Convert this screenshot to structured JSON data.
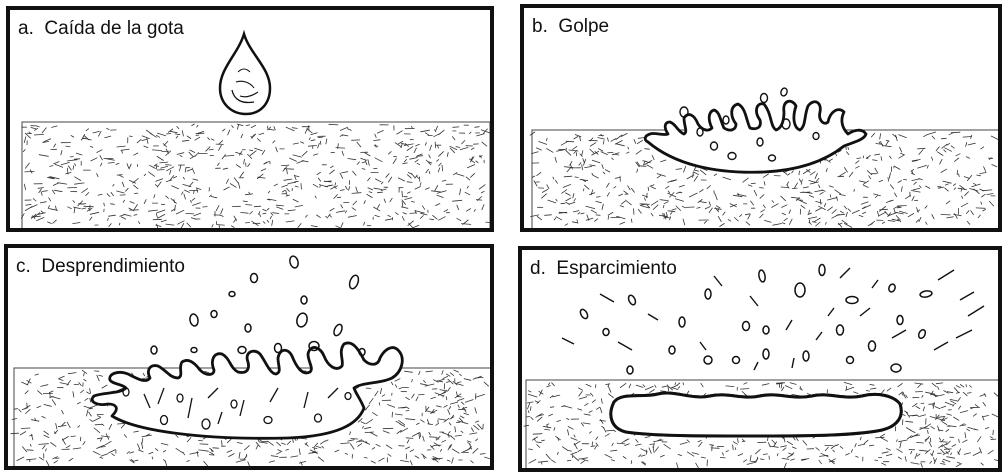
{
  "panels": [
    {
      "letter": "a.",
      "title": "Caída de la gota"
    },
    {
      "letter": "b.",
      "title": "Golpe"
    },
    {
      "letter": "c.",
      "title": "Desprendimiento"
    },
    {
      "letter": "d.",
      "title": "Esparcimiento"
    }
  ]
}
